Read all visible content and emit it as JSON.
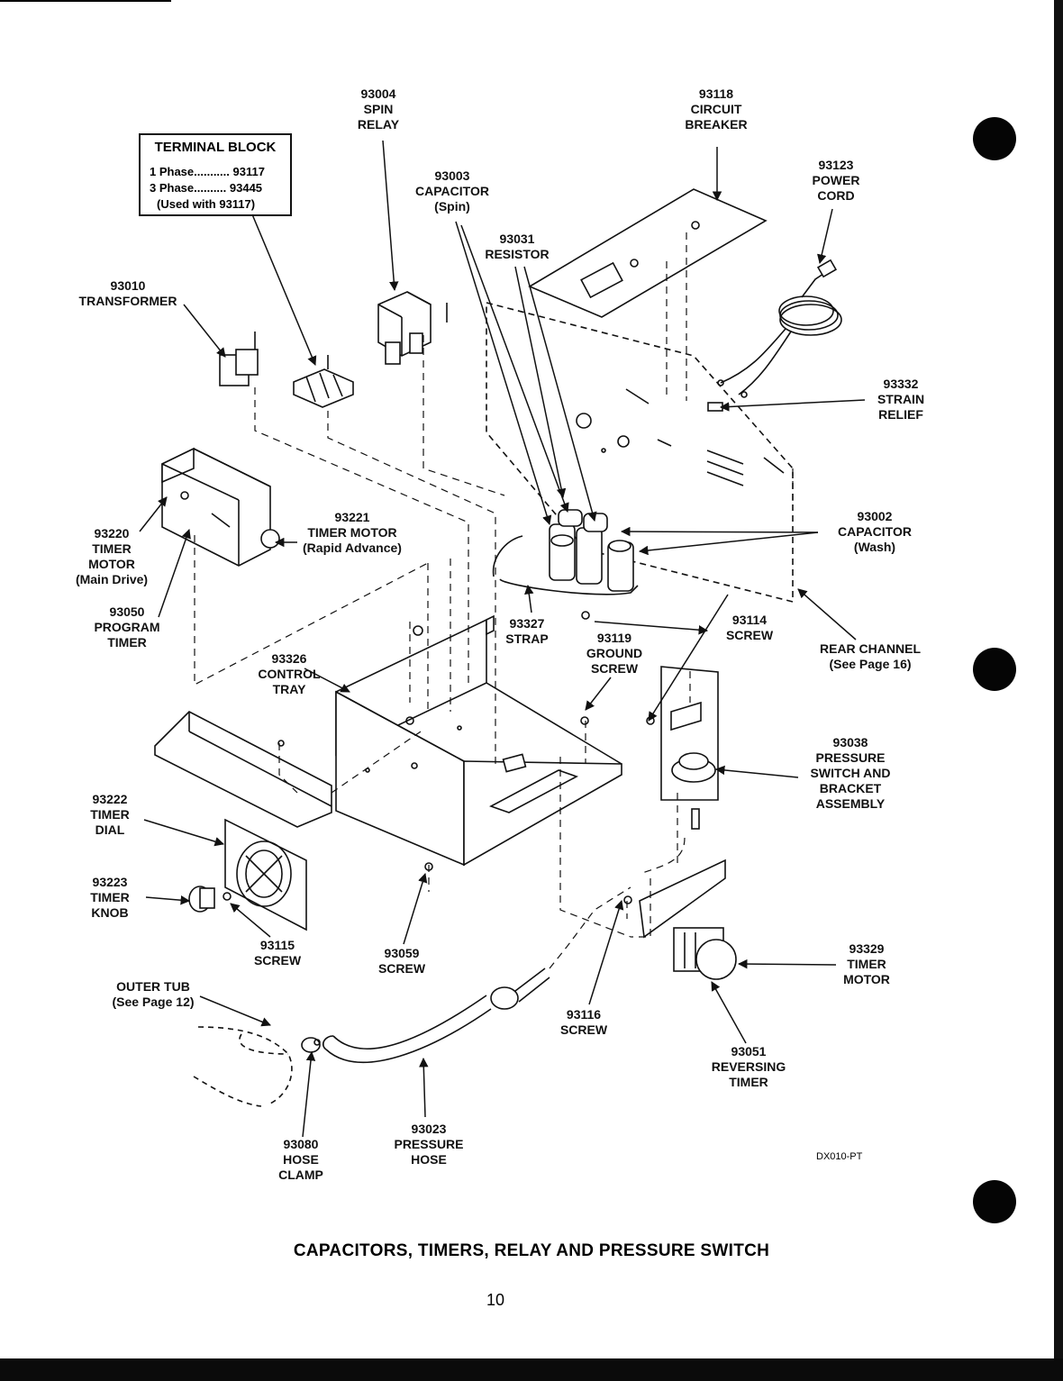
{
  "labels": {
    "spin_relay": "93004\nSPIN\nRELAY",
    "circuit_breaker": "93118\nCIRCUIT\nBREAKER",
    "power_cord": "93123\nPOWER\nCORD",
    "capacitor_spin": "93003\nCAPACITOR\n(Spin)",
    "resistor": "93031\nRESISTOR",
    "transformer": "93010\nTRANSFORMER",
    "strain_relief": "93332\nSTRAIN\nRELIEF",
    "timer_motor_main": "93220\nTIMER\nMOTOR\n(Main Drive)",
    "timer_motor_rapid": "93221\nTIMER MOTOR\n(Rapid Advance)",
    "capacitor_wash": "93002\nCAPACITOR\n(Wash)",
    "program_timer": "93050\nPROGRAM\nTIMER",
    "strap": "93327\nSTRAP",
    "ground_screw": "93119\nGROUND\nSCREW",
    "screw_93114": "93114\nSCREW",
    "rear_channel": "REAR CHANNEL\n(See Page 16)",
    "control_tray": "93326\nCONTROL\nTRAY",
    "pressure_switch": "93038\nPRESSURE\nSWITCH AND\nBRACKET\nASSEMBLY",
    "timer_dial": "93222\nTIMER\nDIAL",
    "timer_knob": "93223\nTIMER\nKNOB",
    "screw_93115": "93115\nSCREW",
    "screw_93059": "93059\nSCREW",
    "timer_motor_93329": "93329\nTIMER\nMOTOR",
    "outer_tub": "OUTER TUB\n(See Page 12)",
    "screw_93116": "93116\nSCREW",
    "reversing_timer": "93051\nREVERSING\nTIMER",
    "hose_clamp": "93080\nHOSE\nCLAMP",
    "pressure_hose": "93023\nPRESSURE\nHOSE"
  },
  "terminal_block": {
    "title": "TERMINAL BLOCK",
    "row1": "1 Phase........... 93117",
    "row2": "3 Phase.......... 93445",
    "row3": "(Used with 93117)"
  },
  "drawing_code": "DX010-PT",
  "page_title": "CAPACITORS, TIMERS, RELAY AND PRESSURE SWITCH",
  "page_number": "10"
}
